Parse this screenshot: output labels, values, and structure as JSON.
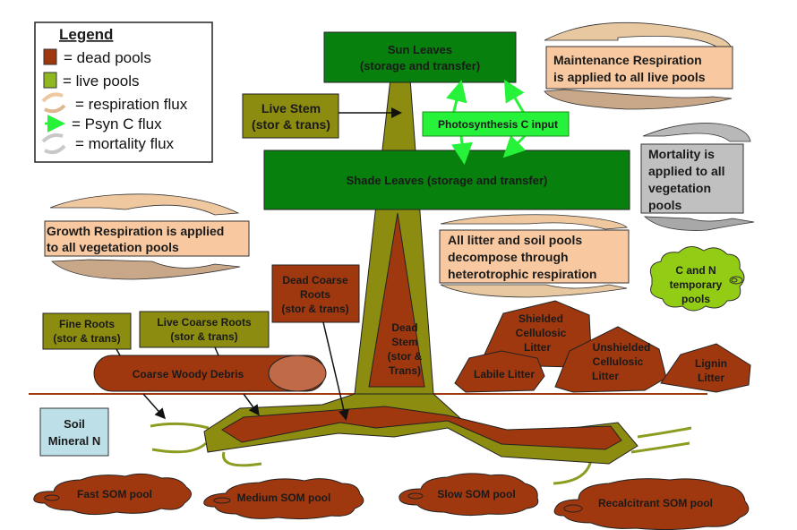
{
  "colors": {
    "dead": "#a0380f",
    "live": "#8c8c10",
    "leaf": "#08800e",
    "psyn": "#27f23a",
    "resp_box": "#f8c9a0",
    "mort_box": "#c0c0c0",
    "soil_n": "#bde0e8",
    "temp_pool": "#92cc14"
  },
  "legend": {
    "title": "Legend",
    "items": [
      {
        "icon": "dead-pool-swatch",
        "label": "= dead pools"
      },
      {
        "icon": "live-pool-swatch",
        "label": "= live pools"
      },
      {
        "icon": "respiration-flux-icon",
        "label": "= respiration flux"
      },
      {
        "icon": "psyn-arrow-icon",
        "label": "= Psyn C flux"
      },
      {
        "icon": "mortality-flux-icon",
        "label": "= mortality flux"
      }
    ]
  },
  "vegetation": {
    "sun_leaves": [
      "Sun Leaves",
      "(storage and transfer)"
    ],
    "shade_leaves": "Shade Leaves (storage and transfer)",
    "live_stem": [
      "Live Stem",
      "(stor & trans)"
    ],
    "photosynthesis": "Photosynthesis C input",
    "dead_stem": [
      "Dead",
      "Stem",
      "(stor &",
      "Trans)"
    ],
    "dead_coarse_roots": [
      "Dead Coarse",
      "Roots",
      "(stor & trans)"
    ],
    "fine_roots": [
      "Fine Roots",
      "(stor & trans)"
    ],
    "live_coarse_roots": [
      "Live Coarse Roots",
      "(stor & trans)"
    ],
    "coarse_woody_debris": "Coarse Woody Debris"
  },
  "fluxes": {
    "maintenance": [
      "Maintenance Respiration",
      "is applied to all live pools"
    ],
    "mortality": [
      "Mortality is",
      "applied to all",
      "vegetation",
      "pools"
    ],
    "growth": [
      "Growth Respiration is applied",
      "to all vegetation pools"
    ],
    "heterotrophic": [
      "All litter and soil pools",
      "decompose through",
      "heterotrophic respiration"
    ]
  },
  "temporary_pools": [
    "C and N",
    "temporary",
    "pools"
  ],
  "litter": {
    "shielded": [
      "Shielded",
      "Cellulosic",
      "Litter"
    ],
    "labile": "Labile Litter",
    "unshielded": [
      "Unshielded",
      "Cellulosic",
      "Litter"
    ],
    "lignin": [
      "Lignin",
      "Litter"
    ]
  },
  "soil": {
    "mineral_n": [
      "Soil",
      "Mineral N"
    ],
    "som_pools": [
      "Fast SOM pool",
      "Medium SOM pool",
      "Slow SOM pool",
      "Recalcitrant SOM pool"
    ]
  }
}
